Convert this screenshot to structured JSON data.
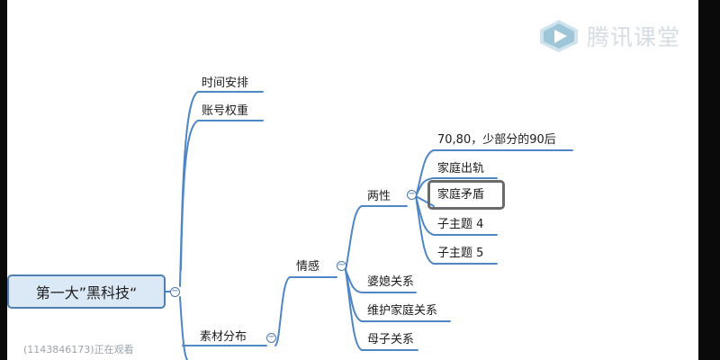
{
  "logo": {
    "text": "腾讯课堂",
    "icon": "play-icon"
  },
  "mindmap": {
    "root": "第一大”黑科技“",
    "branches": {
      "time": "时间安排",
      "weight": "账号权重",
      "material": "素材分布"
    },
    "emotion": "情感",
    "gender": "两性",
    "gender_children": [
      "70,80，少部分的90后",
      "家庭出轨",
      "家庭矛盾",
      "子主题 4",
      "子主题 5"
    ],
    "emotion_children": [
      "婆媳关系",
      "维护家庭关系",
      "母子关系"
    ]
  },
  "status": {
    "viewer": "(1143846173)正在观看"
  },
  "colors": {
    "line": "#4f86c6",
    "root_fill": "#dbe9f6",
    "root_border": "#4f7fb4"
  }
}
